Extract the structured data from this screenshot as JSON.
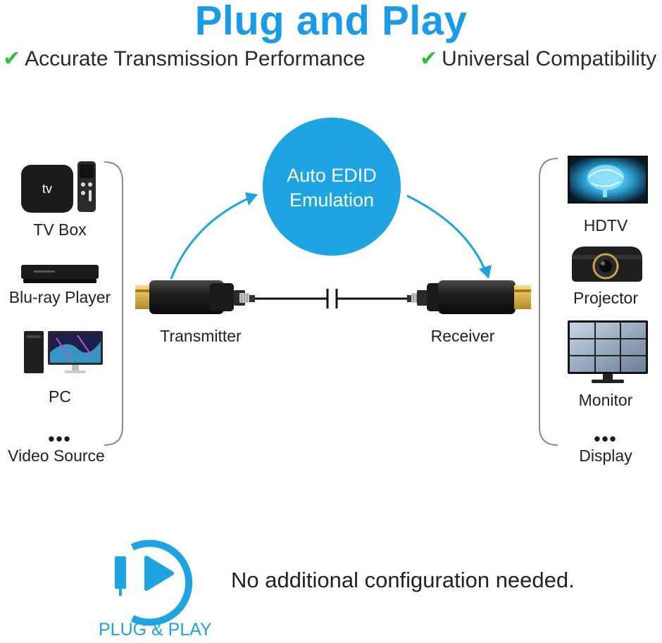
{
  "title": "Plug and Play",
  "features": [
    {
      "check_icon": "check-icon",
      "text": "Accurate Transmission Performance"
    },
    {
      "check_icon": "check-icon",
      "text": "Universal Compatibility"
    }
  ],
  "colors": {
    "accent": "#1ea3e3",
    "check": "#2fbf3a",
    "bracket": "#8a8a8a"
  },
  "center": {
    "edid_line1": "Auto EDID",
    "edid_line2": "Emulation",
    "transmitter": "Transmitter",
    "receiver": "Receiver"
  },
  "sources": {
    "items": [
      "TV Box",
      "Blu-ray Player",
      "PC"
    ],
    "more": "•••",
    "group_label": "Video Source"
  },
  "displays": {
    "items": [
      "HDTV",
      "Projector",
      "Monitor"
    ],
    "more": "•••",
    "group_label": "Display"
  },
  "bottom": {
    "tagline": "No additional configuration needed.",
    "badge_label": "PLUG & PLAY",
    "badge_icon": "play-icon"
  }
}
